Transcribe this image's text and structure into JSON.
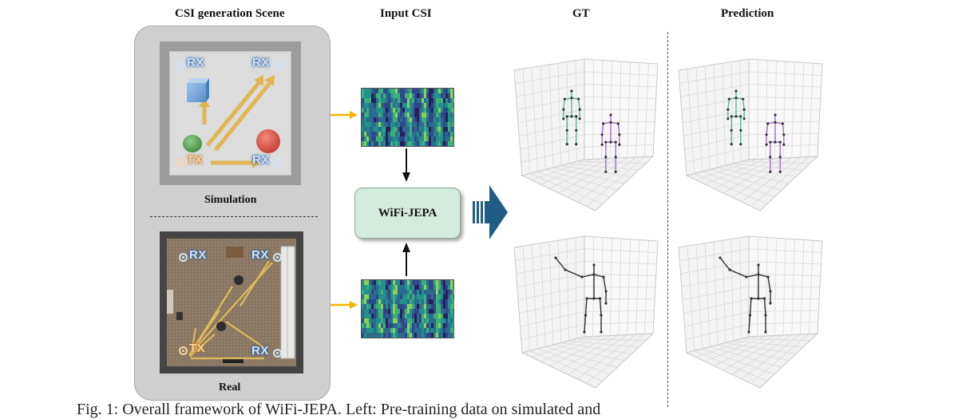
{
  "headers": {
    "scene": "CSI generation Scene",
    "input": "Input CSI",
    "gt": "GT",
    "prediction": "Prediction"
  },
  "scene": {
    "simulation_label": "Simulation",
    "real_label": "Real",
    "rx": "RX",
    "tx": "TX"
  },
  "model": {
    "label": "WiFi-JEPA"
  },
  "caption": "Fig. 1: Overall framework of WiFi-JEPA. Left: Pre-training data on simulated and",
  "colors": {
    "arrow_yellow": "#f4b400",
    "big_arrow": "#1f5d86",
    "skeleton_green": "#4fae8e",
    "skeleton_purple": "#a062c8",
    "skeleton_black": "#222222",
    "jepa_fill": "#d4ecde"
  },
  "icons": [
    "rx-antenna-icon",
    "tx-antenna-icon",
    "arrow-right-icon",
    "arrow-down-icon",
    "arrow-up-icon",
    "big-arrow-icon"
  ]
}
